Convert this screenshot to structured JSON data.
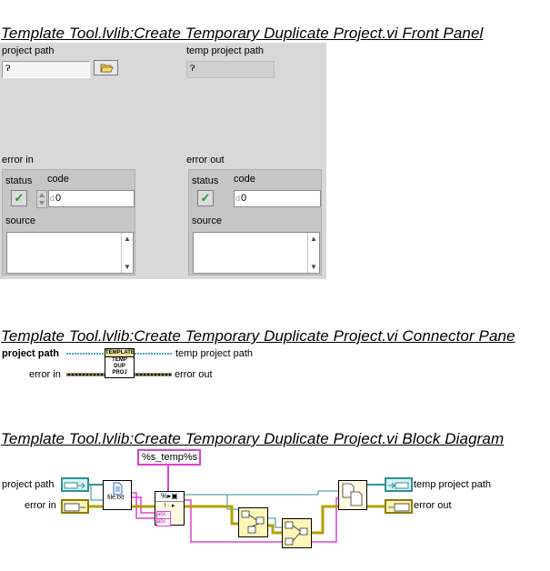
{
  "headings": {
    "front_panel": "Template Tool.lvlib:Create Temporary Duplicate Project.vi Front Panel",
    "connector_pane": "Template Tool.lvlib:Create Temporary Duplicate Project.vi Connector Pane",
    "block_diagram": "Template Tool.lvlib:Create Temporary Duplicate Project.vi Block Diagram"
  },
  "front_panel": {
    "project_path_label": "project path",
    "temp_project_path_label": "temp project path",
    "path_glyph": "Ɂ",
    "error_in": {
      "label": "error in",
      "status_label": "status",
      "code_label": "code",
      "code_value": "0",
      "code_prefix": "d",
      "source_label": "source",
      "status_icon": "green-check-icon"
    },
    "error_out": {
      "label": "error out",
      "status_label": "status",
      "code_label": "code",
      "code_value": "0",
      "code_prefix": "d",
      "source_label": "source",
      "status_icon": "green-check-icon"
    }
  },
  "connector_pane": {
    "left_top": "project path",
    "left_bottom": "error in",
    "right_top": "temp project path",
    "right_bottom": "error out",
    "icon_lines": [
      "TEMPLATE",
      "TEMP",
      "DUP",
      "PROJ"
    ]
  },
  "block_diagram": {
    "format_string": "%s_temp%s",
    "in_project_path": "project path",
    "in_error_in": "error in",
    "out_temp_project_path": "temp project path",
    "out_error_out": "error out",
    "file_node_label": "file.txt",
    "abc_label": "abc",
    "colors": {
      "path_wire": "#2f8f99",
      "error_wire": "#b5a000",
      "string_wire": "#e040d0"
    }
  }
}
